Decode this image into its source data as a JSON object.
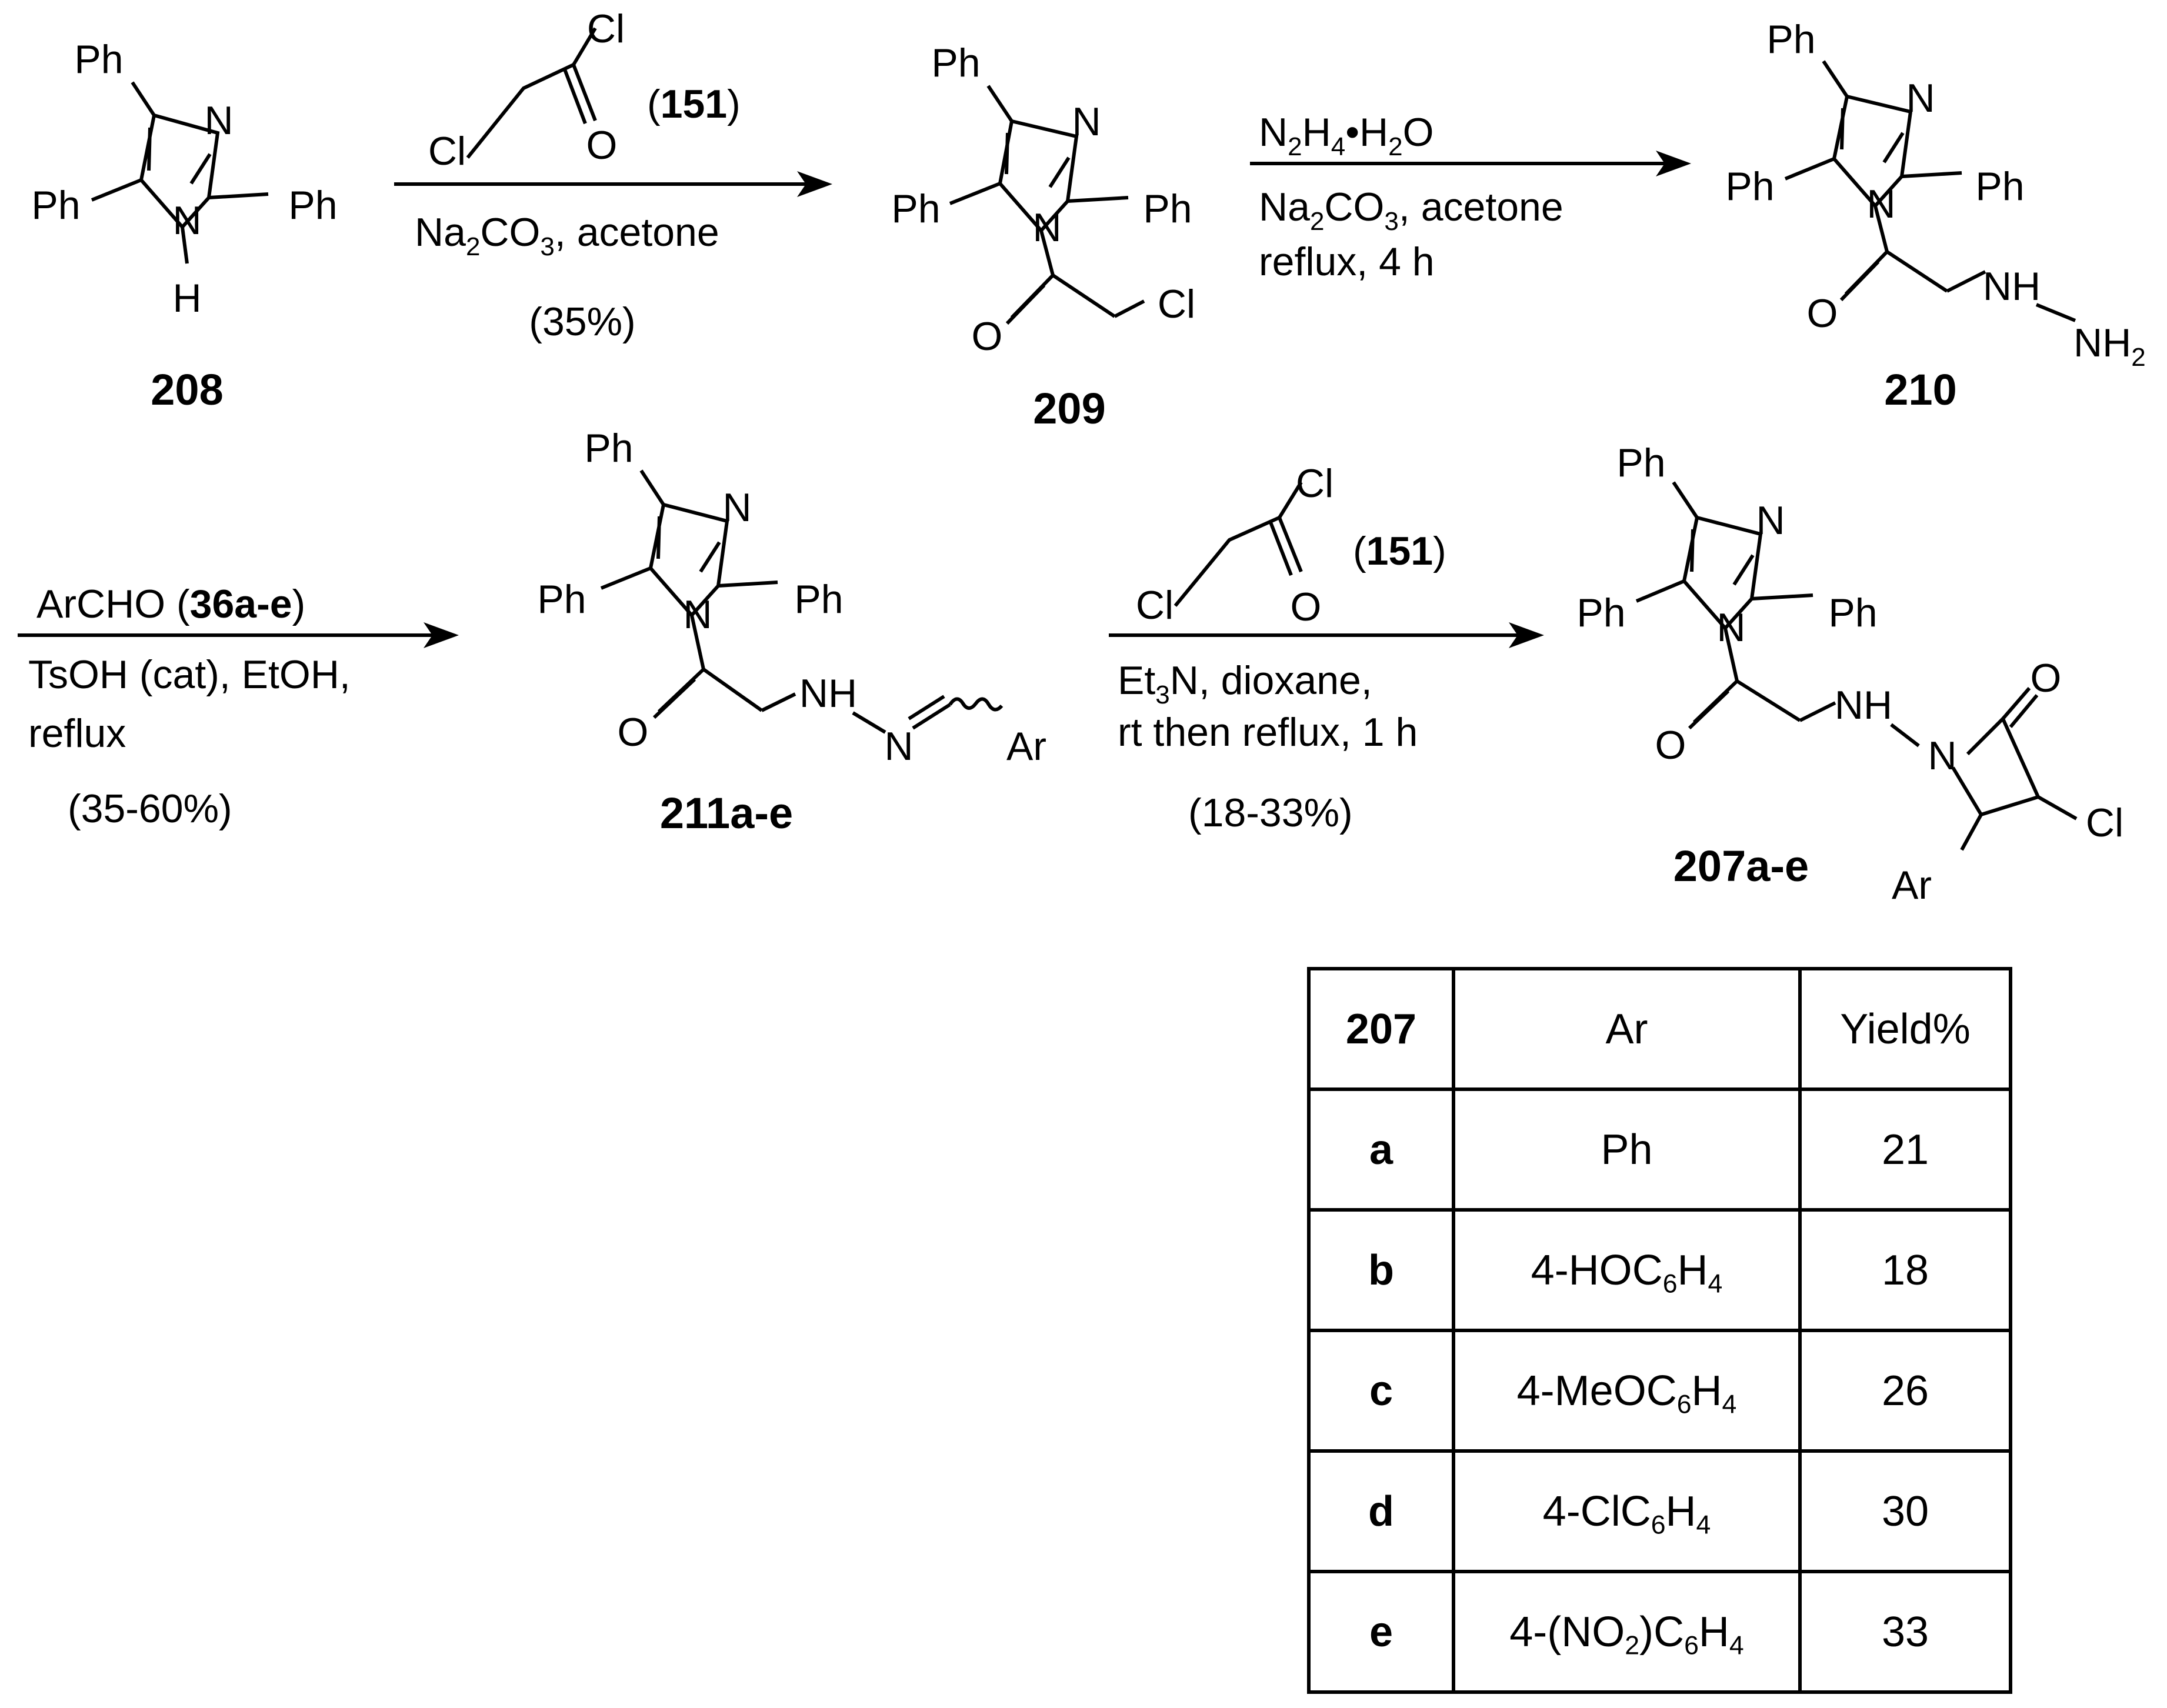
{
  "atoms": {
    "ph": "Ph",
    "n": "N",
    "h": "H",
    "o": "O",
    "cl": "Cl",
    "nh": "NH",
    "nh2": "NH",
    "nh2_sub": "2",
    "ar": "Ar"
  },
  "compounds": {
    "c208": "208",
    "c209": "209",
    "c210": "210",
    "c211": "211a-e",
    "c207": "207a-e"
  },
  "steps": {
    "s1": {
      "reagent_ref": "151",
      "line1_a": "Na",
      "line1_sub1": "2",
      "line1_b": "CO",
      "line1_sub2": "3",
      "line1_c": ", acetone",
      "yield": "(35%)"
    },
    "s2": {
      "line1_a": "N",
      "line1_sub1": "2",
      "line1_b": "H",
      "line1_sub2": "4",
      "line1_c": "•H",
      "line1_sub3": "2",
      "line1_d": "O",
      "line2_a": "Na",
      "line2_sub1": "2",
      "line2_b": "CO",
      "line2_sub2": "3",
      "line2_c": ", acetone",
      "line3": "reflux, 4 h"
    },
    "s3": {
      "line1_a": "ArCHO (",
      "line1_bold": "36a-e",
      "line1_c": ")",
      "line2": "TsOH (cat), EtOH,",
      "line3": "reflux",
      "yield": "(35-60%)"
    },
    "s4": {
      "reagent_ref": "151",
      "line1_a": "Et",
      "line1_sub1": "3",
      "line1_b": "N, dioxane,",
      "line2": "rt then reflux, 1 h",
      "yield": "(18-33%)"
    }
  },
  "table": {
    "headers": [
      "207",
      "Ar",
      "Yield%"
    ],
    "rows": [
      {
        "id": "a",
        "ar": "Ph",
        "yield": "21"
      },
      {
        "id": "b",
        "ar": "4-HOC6H4",
        "yield": "18"
      },
      {
        "id": "c",
        "ar": "4-MeOC6H4",
        "yield": "26"
      },
      {
        "id": "d",
        "ar": "4-ClC6H4",
        "yield": "30"
      },
      {
        "id": "e",
        "ar": "4-(NO2)C6H4",
        "yield": "33"
      }
    ]
  }
}
